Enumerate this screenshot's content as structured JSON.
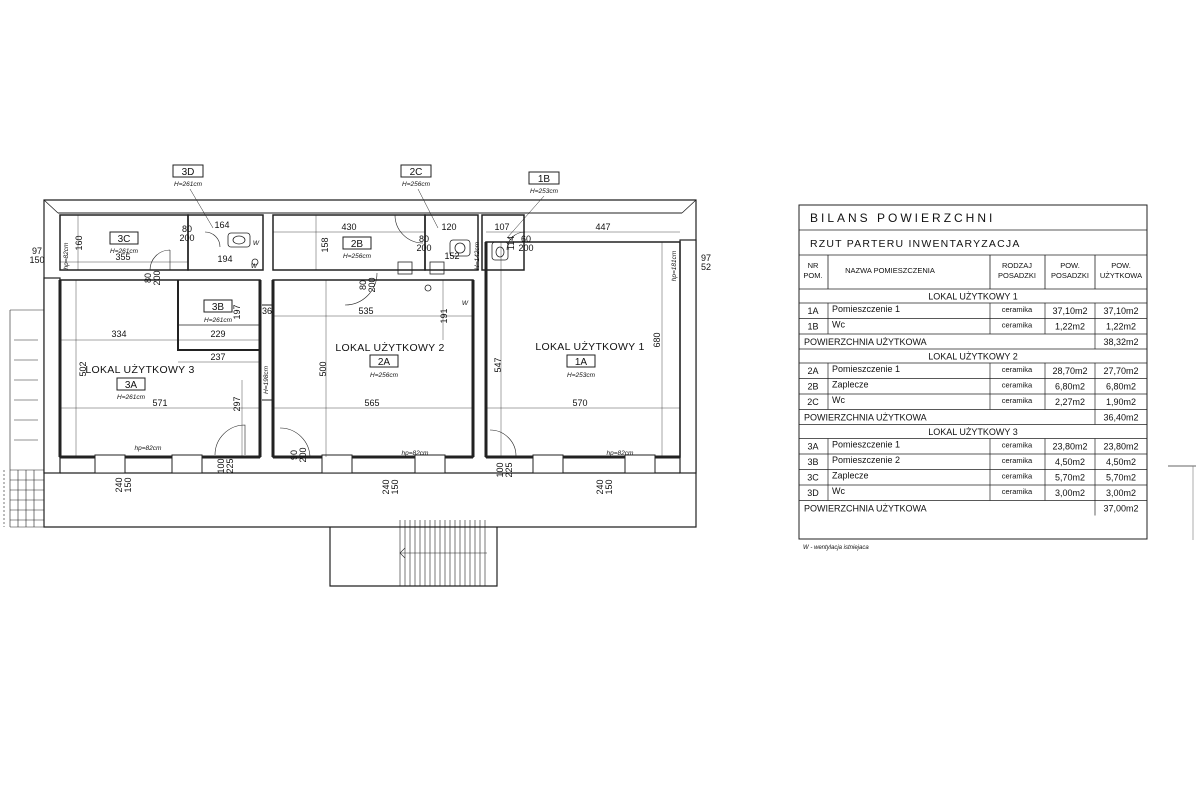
{
  "plan": {
    "tags": [
      {
        "code": "3D",
        "h": "H=261cm"
      },
      {
        "code": "2C",
        "h": "H=256cm"
      },
      {
        "code": "1B",
        "h": "H=253cm"
      }
    ],
    "rooms": {
      "r3c": {
        "code": "3C",
        "h": "H=261cm"
      },
      "r2b": {
        "code": "2B",
        "h": "H=256cm"
      },
      "r3b": {
        "code": "3B",
        "h": "H=261cm"
      },
      "r3a": {
        "name": "LOKAL UŻYTKOWY 3",
        "code": "3A",
        "h": "H=261cm"
      },
      "r2a": {
        "name": "LOKAL UŻYTKOWY 2",
        "code": "2A",
        "h": "H=256cm"
      },
      "r1a": {
        "name": "LOKAL UŻYTKOWY 1",
        "code": "1A",
        "h": "H=253cm"
      }
    },
    "dims": {
      "d164": "164",
      "d355": "355",
      "d194": "194",
      "d160": "160",
      "d430": "430",
      "d120": "120",
      "d152": "152",
      "d158": "158",
      "d107": "107",
      "d447": "447",
      "d114": "114",
      "d334": "334",
      "d229": "229",
      "d237": "237",
      "d197": "197",
      "d502": "502",
      "d571": "571",
      "d297": "297",
      "d535": "535",
      "d36": "36",
      "d191": "191",
      "d500": "500",
      "d565": "565",
      "d547": "547",
      "d680": "680",
      "d570": "570",
      "d97a": "97",
      "d150a": "150",
      "d97b": "97",
      "d52": "52",
      "door80": "80",
      "door200": "200",
      "door60": "60",
      "door90": "90",
      "d100": "100",
      "d225": "225",
      "d240": "240",
      "d150b": "150"
    },
    "heights": {
      "hp82a": "hp=82cm",
      "hp82b": "hp=82cm",
      "hp82c": "hp=82cm",
      "hp82v": "hp=82cm",
      "hp181": "hp=181cm",
      "h198": "H=198cm",
      "h142": "H=142cm"
    },
    "vent": "W"
  },
  "table": {
    "title": "BILANS POWIERZCHNI",
    "subtitle": "RZUT PARTERU   INWENTARYZACJA",
    "headers": {
      "nr": [
        "NR",
        "POM."
      ],
      "name": "NAZWA POMIESZCZENIA",
      "type": [
        "RODZAJ",
        "POSADZKI"
      ],
      "floor": [
        "POW.",
        "POSADZKI"
      ],
      "usable": [
        "POW.",
        "UŻYTKOWA"
      ]
    },
    "groups": [
      {
        "title": "LOKAL UŻYTKOWY 1",
        "rows": [
          {
            "nr": "1A",
            "name": "Pomieszczenie 1",
            "type": "ceramika",
            "floor": "37,10m2",
            "usable": "37,10m2"
          },
          {
            "nr": "1B",
            "name": "Wc",
            "type": "ceramika",
            "floor": "1,22m2",
            "usable": "1,22m2"
          }
        ],
        "total_label": "POWIERZCHNIA UŻYTKOWA",
        "total": "38,32m2"
      },
      {
        "title": "LOKAL UŻYTKOWY 2",
        "rows": [
          {
            "nr": "2A",
            "name": "Pomieszczenie 1",
            "type": "ceramika",
            "floor": "28,70m2",
            "usable": "27,70m2"
          },
          {
            "nr": "2B",
            "name": "Zaplecze",
            "type": "ceramika",
            "floor": "6,80m2",
            "usable": "6,80m2"
          },
          {
            "nr": "2C",
            "name": "Wc",
            "type": "ceramika",
            "floor": "2,27m2",
            "usable": "1,90m2"
          }
        ],
        "total_label": "POWIERZCHNIA UŻYTKOWA",
        "total": "36,40m2"
      },
      {
        "title": "LOKAL UŻYTKOWY 3",
        "rows": [
          {
            "nr": "3A",
            "name": "Pomieszczenie 1",
            "type": "ceramika",
            "floor": "23,80m2",
            "usable": "23,80m2"
          },
          {
            "nr": "3B",
            "name": "Pomieszczenie 2",
            "type": "ceramika",
            "floor": "4,50m2",
            "usable": "4,50m2"
          },
          {
            "nr": "3C",
            "name": "Zaplecze",
            "type": "ceramika",
            "floor": "5,70m2",
            "usable": "5,70m2"
          },
          {
            "nr": "3D",
            "name": "Wc",
            "type": "ceramika",
            "floor": "3,00m2",
            "usable": "3,00m2"
          }
        ],
        "total_label": "POWIERZCHNIA UŻYTKOWA",
        "total": "37,00m2"
      }
    ],
    "footnote": "W - wentylacja istniejaca"
  }
}
